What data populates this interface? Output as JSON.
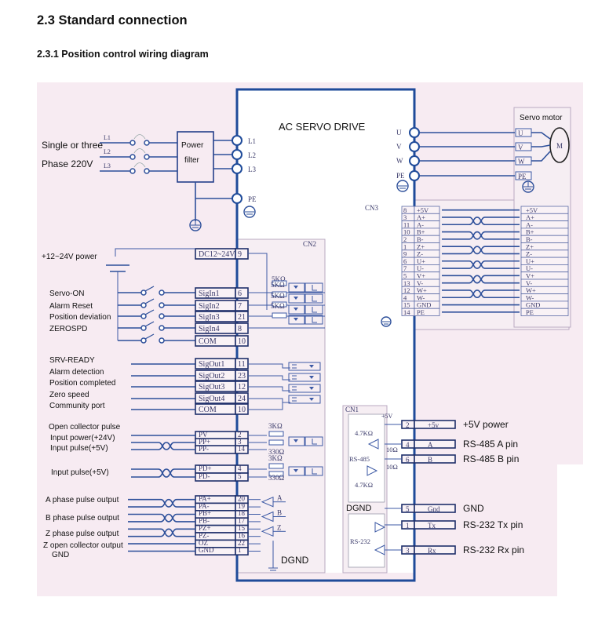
{
  "headings": {
    "section": "2.3 Standard connection",
    "subsection": "2.3.1 Position control wiring diagram"
  },
  "colors": {
    "background_panel": "#f7ebf2",
    "wire_blue": "#2d4f9a",
    "drive_border": "#1f4b9a"
  },
  "drive": {
    "title": "AC SERVO DRIVE",
    "dgnd_label": "DGND"
  },
  "power_input": {
    "label_line1": "Single or three",
    "label_line2": "Phase 220V",
    "lines": [
      "L1",
      "L2",
      "L3"
    ],
    "filter_line1": "Power",
    "filter_line2": "filter",
    "drive_terminals": [
      "L1",
      "L2",
      "L3",
      "PE"
    ]
  },
  "motor": {
    "title": "Servo motor",
    "symbol": "M",
    "drive_terminals": [
      "U",
      "V",
      "W",
      "PE"
    ],
    "motor_terminals": [
      "U",
      "V",
      "W",
      "PE"
    ]
  },
  "cn3": {
    "label": "CN3",
    "rows": [
      {
        "pin": "8",
        "signal": "+5V",
        "twisted": false
      },
      {
        "pin": "3",
        "signal": "A+",
        "twisted": true
      },
      {
        "pin": "11",
        "signal": "A-",
        "twisted": true
      },
      {
        "pin": "10",
        "signal": "B+",
        "twisted": true
      },
      {
        "pin": "2",
        "signal": "B-",
        "twisted": true
      },
      {
        "pin": "1",
        "signal": "Z+",
        "twisted": true
      },
      {
        "pin": "9",
        "signal": "Z-",
        "twisted": true
      },
      {
        "pin": "6",
        "signal": "U+",
        "twisted": true
      },
      {
        "pin": "7",
        "signal": "U-",
        "twisted": true
      },
      {
        "pin": "5",
        "signal": "V+",
        "twisted": true
      },
      {
        "pin": "13",
        "signal": "V-",
        "twisted": true
      },
      {
        "pin": "12",
        "signal": "W+",
        "twisted": true
      },
      {
        "pin": "4",
        "signal": "W-",
        "twisted": true
      },
      {
        "pin": "15",
        "signal": "GND",
        "twisted": false
      },
      {
        "pin": "14",
        "signal": "PE",
        "twisted": false
      }
    ]
  },
  "cn2": {
    "label": "CN2",
    "power": {
      "label": "+12~24V power",
      "signal": "DC12~24V",
      "pin": "9"
    },
    "resistor_5k": "5KΩ",
    "inputs": [
      {
        "label": "Servo-ON",
        "signal": "SigIn1",
        "pin": "6"
      },
      {
        "label": "Alarm Reset",
        "signal": "SigIn2",
        "pin": "7"
      },
      {
        "label": "Position deviation",
        "signal": "SigIn3",
        "pin": "21"
      },
      {
        "label": "ZEROSPD",
        "signal": "SigIn4",
        "pin": "8"
      },
      {
        "label": "",
        "signal": "COM",
        "pin": "10"
      }
    ],
    "outputs": [
      {
        "label": "SRV-READY",
        "signal": "SigOut1",
        "pin": "11"
      },
      {
        "label": "Alarm detection",
        "signal": "SigOut2",
        "pin": "23"
      },
      {
        "label": "Position completed",
        "signal": "SigOut3",
        "pin": "12"
      },
      {
        "label": "Zero speed",
        "signal": "SigOut4",
        "pin": "24"
      },
      {
        "label": "Community port",
        "signal": "COM",
        "pin": "10"
      }
    ],
    "pulse_labels": {
      "open_collector": "Open collector pulse",
      "input_power": "Input power(+24V)",
      "input_pulse_1": "Input pulse(+5V)",
      "input_pulse_2": "Input pulse(+5V)"
    },
    "pulse_pins": [
      {
        "signal": "PV",
        "pin": "2"
      },
      {
        "signal": "PP+",
        "pin": "3"
      },
      {
        "signal": "PP-",
        "pin": "14"
      },
      {
        "signal": "PD+",
        "pin": "4"
      },
      {
        "signal": "PD-",
        "pin": "5"
      }
    ],
    "resistor_3k": "3KΩ",
    "resistor_330": "330Ω",
    "encoder_labels": [
      "A phase pulse output",
      "B phase pulse output",
      "Z phase pulse output",
      "Z open collector output",
      "GND"
    ],
    "encoder_pins": [
      {
        "signal": "PA+",
        "pin": "20"
      },
      {
        "signal": "PA-",
        "pin": "19"
      },
      {
        "signal": "PB+",
        "pin": "18"
      },
      {
        "signal": "PB-",
        "pin": "17"
      },
      {
        "signal": "PZ+",
        "pin": "15"
      },
      {
        "signal": "PZ-",
        "pin": "16"
      },
      {
        "signal": "OZ",
        "pin": "22"
      },
      {
        "signal": "GND",
        "pin": "1"
      }
    ],
    "driver_letters": [
      "A",
      "B",
      "Z"
    ]
  },
  "cn1": {
    "label": "CN1",
    "plus5v": "+5V",
    "r47k": "4.7KΩ",
    "r10": "10Ω",
    "rs485": "RS-485",
    "rs232": "RS-232",
    "dgnd": "DGND",
    "pins": [
      {
        "pin": "2",
        "signal": "+5v",
        "label": "+5V power"
      },
      {
        "pin": "4",
        "signal": "A",
        "label": "RS-485 A pin"
      },
      {
        "pin": "6",
        "signal": "B",
        "label": "RS-485 B pin"
      },
      {
        "pin": "5",
        "signal": "Gnd",
        "label": "GND"
      },
      {
        "pin": "1",
        "signal": "Tx",
        "label": "RS-232 Tx pin"
      },
      {
        "pin": "3",
        "signal": "Rx",
        "label": "RS-232 Rx pin"
      }
    ]
  }
}
